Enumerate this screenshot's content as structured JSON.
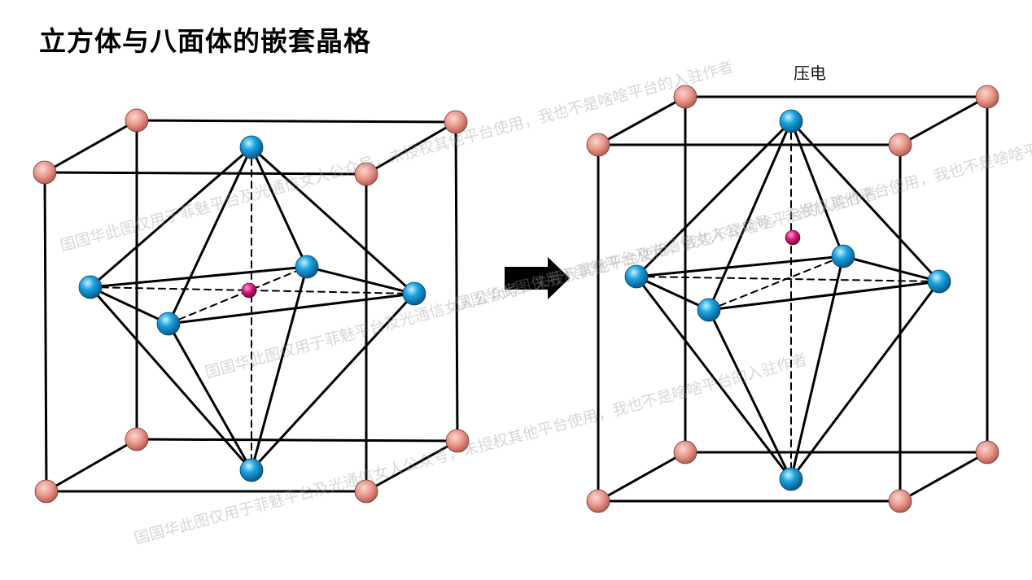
{
  "title": "立方体与八面体的嵌套晶格",
  "label": "压电",
  "colors": {
    "corner_atom": "#e8968a",
    "vertex_atom": "#1aa3e0",
    "center_atom": "#d81b7a",
    "edge": "#000000"
  },
  "icons": {
    "arrow": "right-arrow-icon"
  },
  "watermarks": [
    "国国华此图仅用于菲魅平台及光通信女人公众号，未授权其他平台使用，我也不是啥啥平台的入驻作者",
    "国国华此图仅用于菲魅平台及光通信女人公众号，未授权其他平台使用，我也不是啥啥平台的入驻作者",
    "国国华此图仅用于菲魅平台及光通信女人公众号，未授权其他平台使用，我也不是啥啥平台的入驻作者",
    "国国华此图仅用于菲魅平台及光通信女人公众号，未授权其他平台使用，我也不是啥啥平台的入驻作者"
  ]
}
